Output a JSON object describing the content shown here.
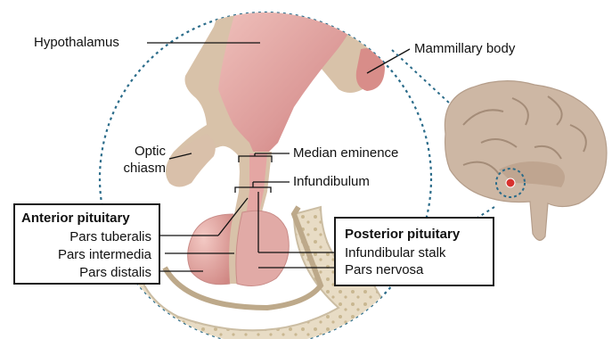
{
  "labels": {
    "hypothalamus": "Hypothalamus",
    "mammillary_body": "Mammillary body",
    "optic_chiasm_line1": "Optic",
    "optic_chiasm_line2": "chiasm",
    "median_eminence": "Median eminence",
    "infundibulum": "Infundibulum"
  },
  "anterior_box": {
    "title": "Anterior pituitary",
    "items": [
      "Pars tuberalis",
      "Pars intermedia",
      "Pars distalis"
    ]
  },
  "posterior_box": {
    "title": "Posterior pituitary",
    "items": [
      "Infundibular stalk",
      "Pars nervosa"
    ]
  },
  "colors": {
    "tissue_pink": "#e3a7a6",
    "tissue_dark": "#c9706f",
    "stalk_tan": "#d8c2a9",
    "bone_outline": "#cbbda3",
    "dotted_circle": "#2b6c8a",
    "brain_tan": "#cdb7a4",
    "marker_red": "#d8322e"
  }
}
